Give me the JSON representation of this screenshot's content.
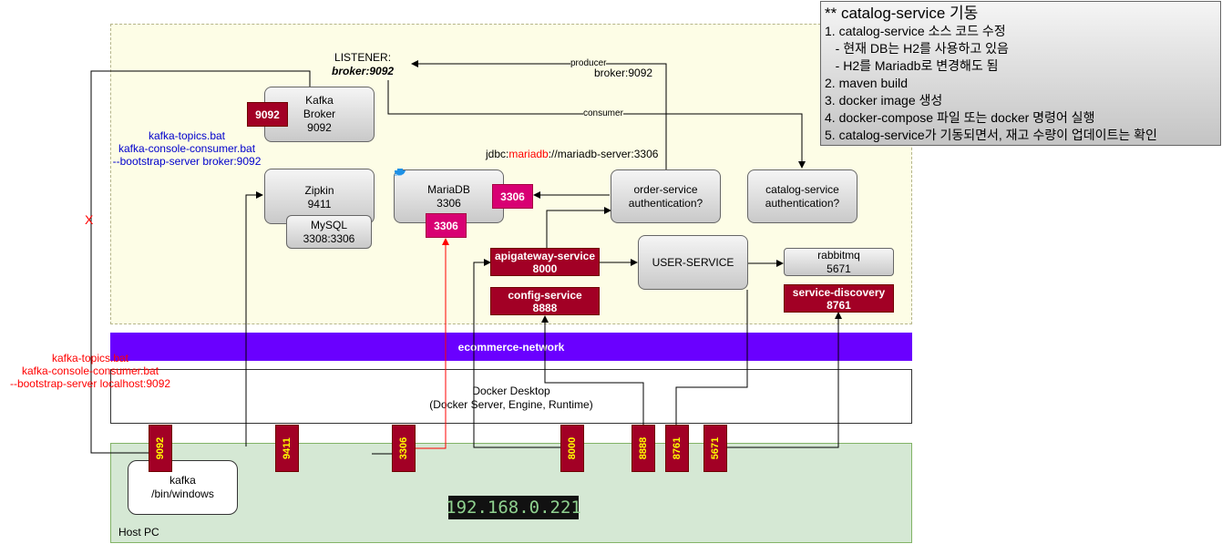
{
  "regions": {
    "host_pc": "Host PC",
    "network": "ecommerce-network",
    "docker_desktop_line1": "Docker Desktop",
    "docker_desktop_line2": "(Docker Server, Engine, Runtime)"
  },
  "listener": {
    "line1": "LISTENER:",
    "line2": "broker:9092"
  },
  "edge_labels": {
    "producer": "producer",
    "producer_target": "broker:9092",
    "consumer": "consumer",
    "jdbc_prefix": "jdbc:",
    "jdbc_db": "mariadb",
    "jdbc_suffix": "://mariadb-server:3306",
    "x_mark": "X"
  },
  "container_cmds": [
    "kafka-topics.bat",
    "kafka-console-consumer.bat",
    "--bootstrap-server broker:9092"
  ],
  "host_cmds": [
    "kafka-topics.bat",
    "kafka-console-consumer.bat",
    "--bootstrap-server localhost:9092"
  ],
  "nodes": {
    "kafka": [
      "Kafka",
      "Broker",
      "9092"
    ],
    "zipkin": [
      "Zipkin",
      "9411"
    ],
    "mysql": [
      "MySQL",
      "3308:3306"
    ],
    "mariadb": [
      "MariaDB",
      "3306"
    ],
    "order": [
      "order-service",
      "authentication?"
    ],
    "catalog": [
      "catalog-service",
      "authentication?"
    ],
    "user": "USER-SERVICE",
    "rabbitmq": [
      "rabbitmq",
      "5671"
    ],
    "apigateway": [
      "apigateway-service",
      "8000"
    ],
    "config": [
      "config-service",
      "8888"
    ],
    "discovery": [
      "service-discovery",
      "8761"
    ],
    "kafka_host": [
      "kafka",
      "/bin/windows"
    ],
    "docker_logo": "docker"
  },
  "ports": {
    "kafka_badge": "9092",
    "mariadb_right": "3306",
    "mariadb_below": "3306",
    "host_ports": [
      "9092",
      "9411",
      "3306",
      "8000",
      "8888",
      "8761",
      "5671"
    ]
  },
  "ip": "192.168.0.221",
  "note": {
    "title": "** catalog-service 기동",
    "items": [
      "1. catalog-service 소스 코드 수정",
      "   - 현재 DB는 H2를 사용하고 있음",
      "   - H2를 Mariadb로 변경해도 됨",
      "2. maven build",
      "3. docker image 생성",
      "4. docker-compose 파일 또는 docker 명령어 실행",
      "5. catalog-service가 기동되면서, 재고 수량이 업데이트는 확인"
    ]
  },
  "colors": {
    "network": "#6a00ff",
    "port_red": "#a20025",
    "pink": "#d80073",
    "host_green": "#d5e8d4",
    "docker_yellow": "#fdfde6",
    "cmd_blue": "#0000cc",
    "cmd_red": "#ff0000"
  }
}
